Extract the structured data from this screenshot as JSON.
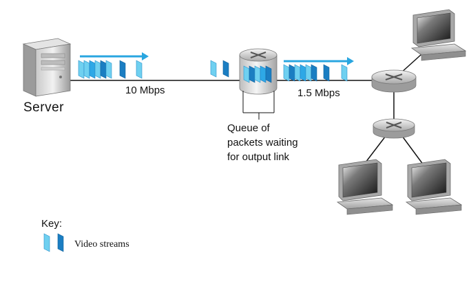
{
  "labels": {
    "server": "Server",
    "link_fast": "10 Mbps",
    "link_slow": "1.5 Mbps",
    "queue": [
      "Queue of",
      "packets waiting",
      "for output link"
    ]
  },
  "key": {
    "title": "Key:",
    "video": "Video streams"
  },
  "colors": {
    "packet_light": "#6fd0f0",
    "packet_dark": "#1b7ec2",
    "arrow": "#29a6e0",
    "line": "#111111"
  },
  "icons": {
    "server": "server-tower-icon",
    "router": "router-icon",
    "host": "desktop-computer-icon"
  }
}
